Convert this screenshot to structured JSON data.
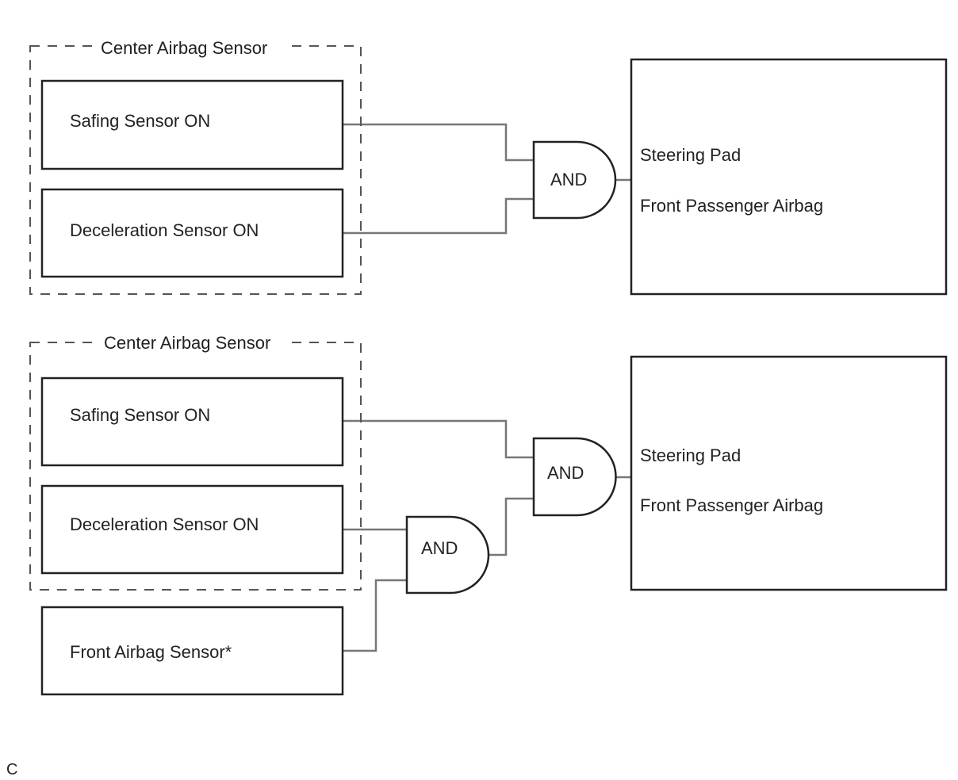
{
  "diagrams": [
    {
      "group_label": "Center Airbag Sensor",
      "inputs": [
        "Safing Sensor ON",
        "Deceleration Sensor ON"
      ],
      "gate_label": "AND",
      "outputs": [
        "Steering Pad",
        "Front Passenger Airbag"
      ]
    },
    {
      "group_label": "Center Airbag Sensor",
      "inputs": [
        "Safing Sensor ON",
        "Deceleration Sensor ON"
      ],
      "extra_input": "Front Airbag Sensor*",
      "inner_gate_label": "AND",
      "gate_label": "AND",
      "outputs": [
        "Steering Pad",
        "Front Passenger Airbag"
      ]
    }
  ],
  "corner_label": "C"
}
